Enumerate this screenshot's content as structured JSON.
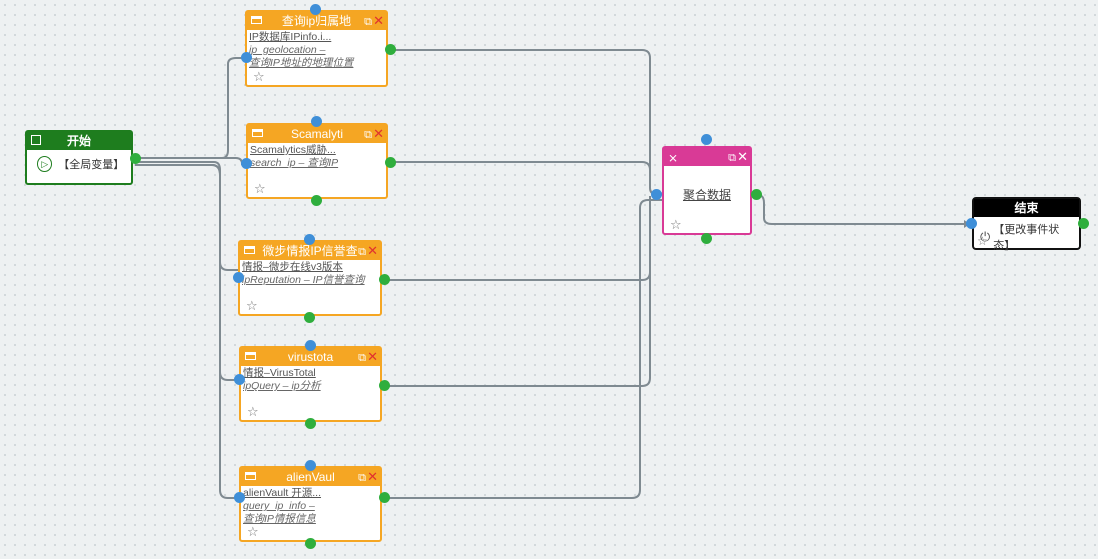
{
  "colors": {
    "accent_orange": "#f5a623",
    "start_green": "#1e7d1e",
    "agg_pink": "#d93a96",
    "edge": "#7f8a91",
    "port_in": "#3f8fd8",
    "port_out": "#2fae3d"
  },
  "start": {
    "title": "开始",
    "action": "【全局变量】"
  },
  "end": {
    "title": "结束",
    "action": "【更改事件状态】"
  },
  "aggregate": {
    "label": "聚合数据"
  },
  "nodes": [
    {
      "title": "查询ip归属地",
      "line1": "IP数据库IPinfo.i...",
      "line2": "ip_geolocation –",
      "line3": "查询IP地址的地理位置"
    },
    {
      "title": "Scamalyti",
      "line1": "Scamalytics威胁...",
      "line2": "search_ip – 查询IP",
      "line3": ""
    },
    {
      "title": "微步情报IP信誉查",
      "line1": "情报–微步在线v3版本",
      "line2": "ipReputation – IP信誉查询",
      "line3": ""
    },
    {
      "title": "virustota",
      "line1": "情报–VirusTotal",
      "line2": "ipQuery – ip分析",
      "line3": ""
    },
    {
      "title": "alienVaul",
      "line1": "alienVault 开源...",
      "line2": "query_ip_info –",
      "line3": "查询IP情报信息"
    }
  ],
  "icons": {
    "copy": "⧉",
    "close": "✕",
    "star": "☆",
    "play": "▷",
    "power": "⏻"
  }
}
